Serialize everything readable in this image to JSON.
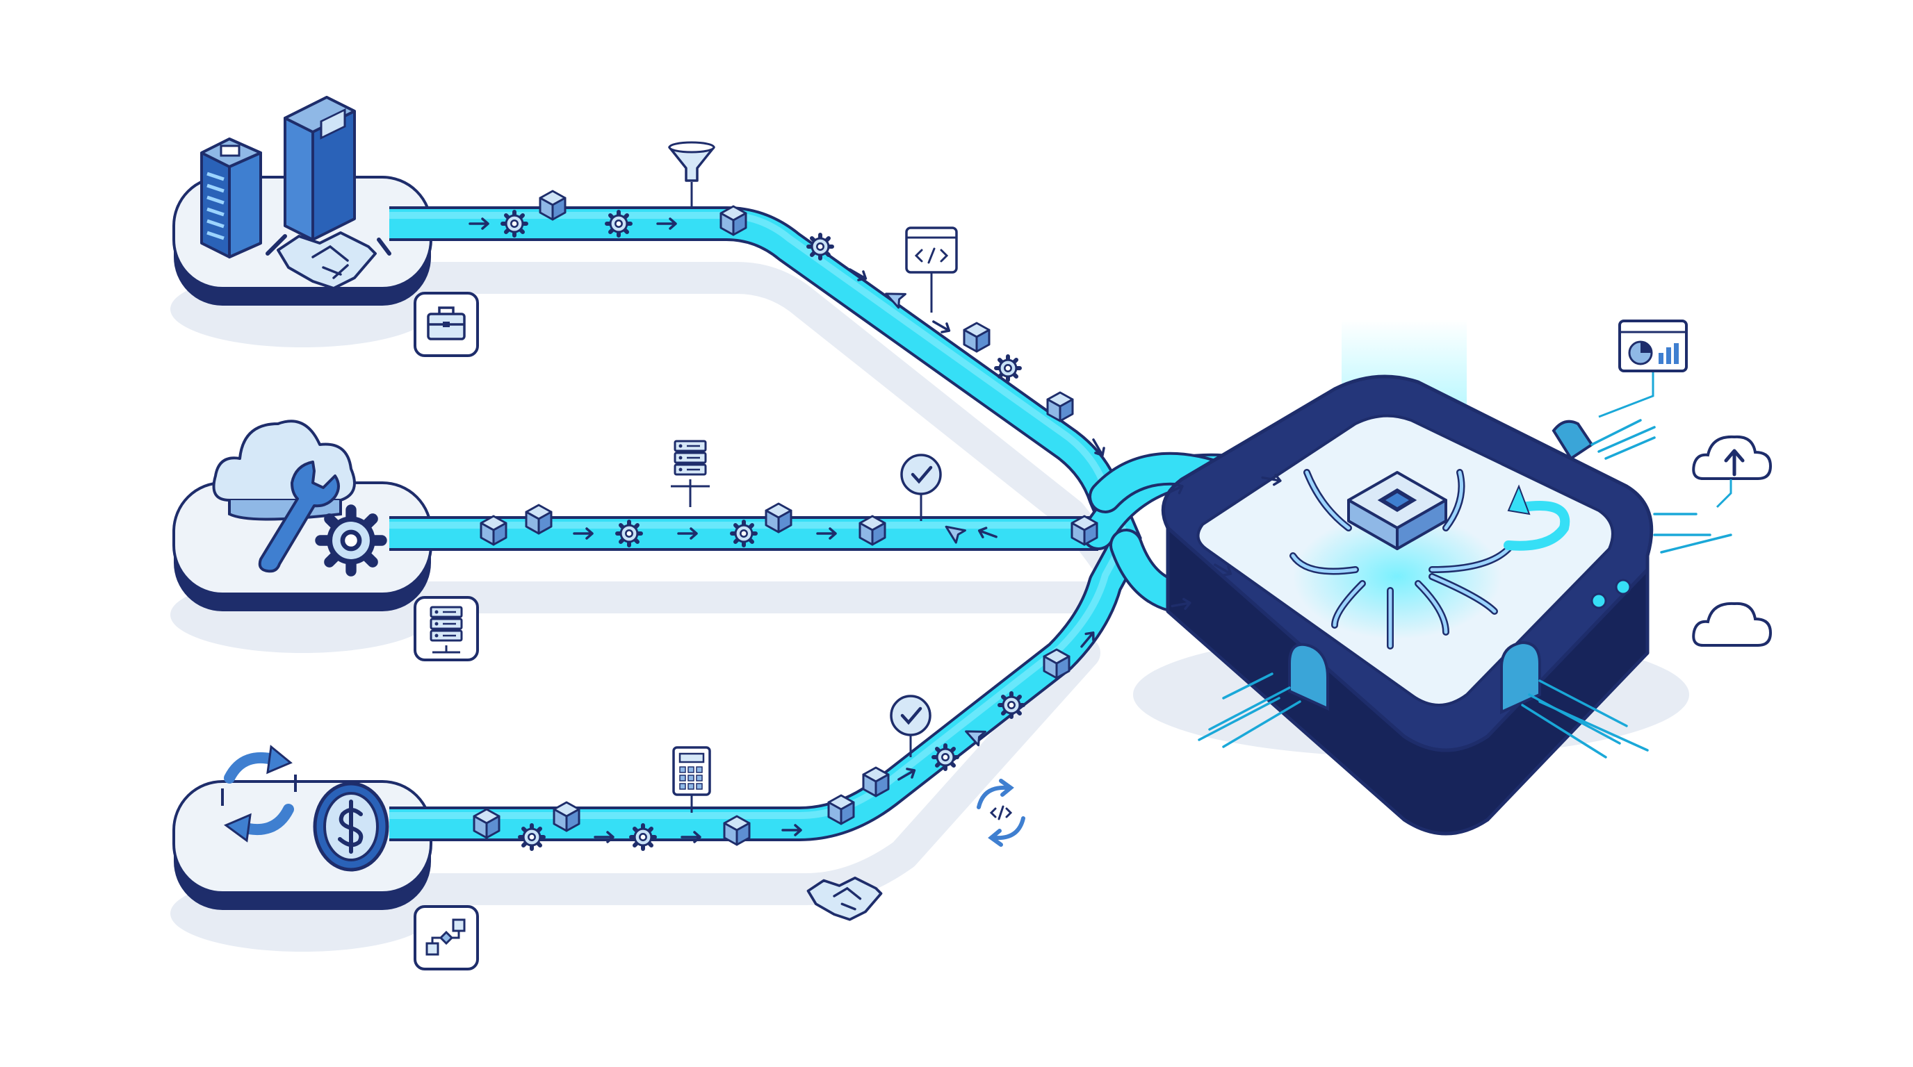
{
  "colors": {
    "background": "#ffffff",
    "navy": "#1e2d6b",
    "navy_dark": "#17245a",
    "stream": "#36dff6",
    "stream_light": "#8cefff",
    "stream_dark": "#1aa8d8",
    "panel": "#eef3f9",
    "shadow": "#e7ecf4",
    "icon_blue": "#3f7fd0",
    "icon_light": "#c9e2f7",
    "glow": "#6ff0ff"
  },
  "sources": [
    {
      "id": "enterprise",
      "icons": [
        "building-icon",
        "book-icon",
        "handshake-icon"
      ],
      "badge": "briefcase-icon"
    },
    {
      "id": "cloud-tools",
      "icons": [
        "cloud-icon",
        "wrench-icon",
        "gear-icon"
      ],
      "badge": "server-rack-icon"
    },
    {
      "id": "finance",
      "icons": [
        "sync-arrows-icon",
        "dollar-coin-icon"
      ],
      "badge": "flowchart-icon"
    }
  ],
  "streams": [
    {
      "id": "top",
      "markers": [
        "funnel-icon",
        "code-window-icon"
      ],
      "tokens": [
        "gear",
        "cube",
        "gear",
        "cube",
        "gear",
        "cursor",
        "cube",
        "gear",
        "cube"
      ]
    },
    {
      "id": "middle",
      "markers": [
        "server-rack-icon",
        "checkmark-icon"
      ],
      "tokens": [
        "cube",
        "cube",
        "gear",
        "gear",
        "cube",
        "cube",
        "cursor",
        "cube"
      ]
    },
    {
      "id": "bottom",
      "markers": [
        "calculator-icon",
        "checkmark-icon"
      ],
      "tokens": [
        "cube",
        "gear",
        "cube",
        "gear",
        "cube",
        "cube",
        "cube",
        "gear",
        "cursor",
        "gear"
      ]
    }
  ],
  "floating_icons": [
    "handshake-icon",
    "code-sync-icon"
  ],
  "hub": {
    "id": "processing-hub",
    "core": "cpu-chip-icon"
  },
  "outputs": [
    "dashboard-window-icon",
    "cloud-upload-icon",
    "cloud-icon"
  ]
}
